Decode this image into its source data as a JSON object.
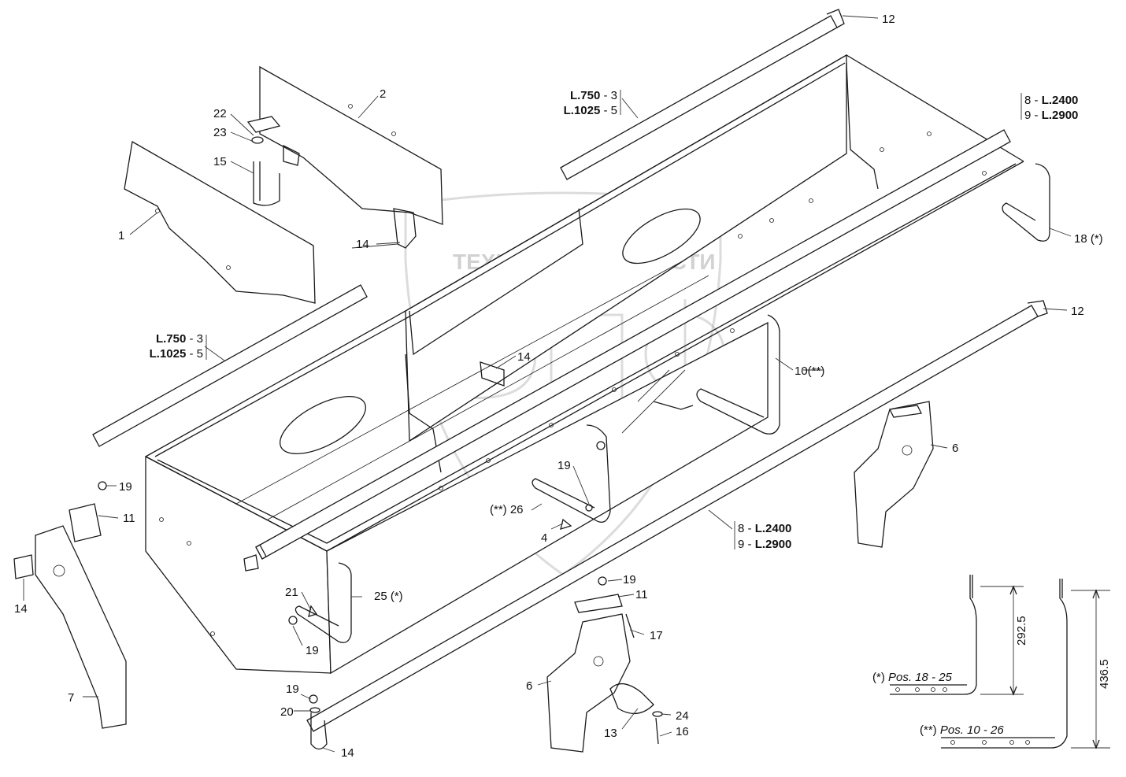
{
  "watermark": {
    "line1_left": "ТЕХНИКА",
    "line1_right": "ЗАПЧАСТИ",
    "logo": "ЭПФ"
  },
  "callouts": {
    "c1": "1",
    "c2": "2",
    "c4": "4",
    "c6a": "6",
    "c6b": "6",
    "c7": "7",
    "c10": "10(**)",
    "c11a": "11",
    "c11b": "11",
    "c12a": "12",
    "c12b": "12",
    "c13": "13",
    "c14a": "14",
    "c14b": "14",
    "c14c": "14",
    "c14d": "14",
    "c15": "15",
    "c16": "16",
    "c17": "17",
    "c18": "18 (*)",
    "c19a": "19",
    "c19b": "19",
    "c19c": "19",
    "c19d": "19",
    "c19e": "19",
    "c20": "20",
    "c21": "21",
    "c22": "22",
    "c23": "23",
    "c24": "24",
    "c25": "25 (*)",
    "c26": "(**) 26"
  },
  "lengths_a": {
    "l1": "L.750",
    "s1": " - 3",
    "l2": "L.1025",
    "s2": " - 5"
  },
  "lengths_b": {
    "l1": "L.750",
    "s1": " - 3",
    "l2": "L.1025",
    "s2": " - 5"
  },
  "lengths_c": {
    "p1": "8 - ",
    "l1": "L.2400",
    "p2": "9 - ",
    "l2": "L.2900"
  },
  "lengths_d": {
    "p1": "8 - ",
    "l1": "L.2400",
    "p2": "9 - ",
    "l2": "L.2900"
  },
  "detail_a": {
    "prefix": "(*) ",
    "label": "Pos. 18 - 25",
    "dim": "292.5"
  },
  "detail_b": {
    "prefix": "(**) ",
    "label": "Pos. 10 - 26",
    "dim": "436.5"
  }
}
